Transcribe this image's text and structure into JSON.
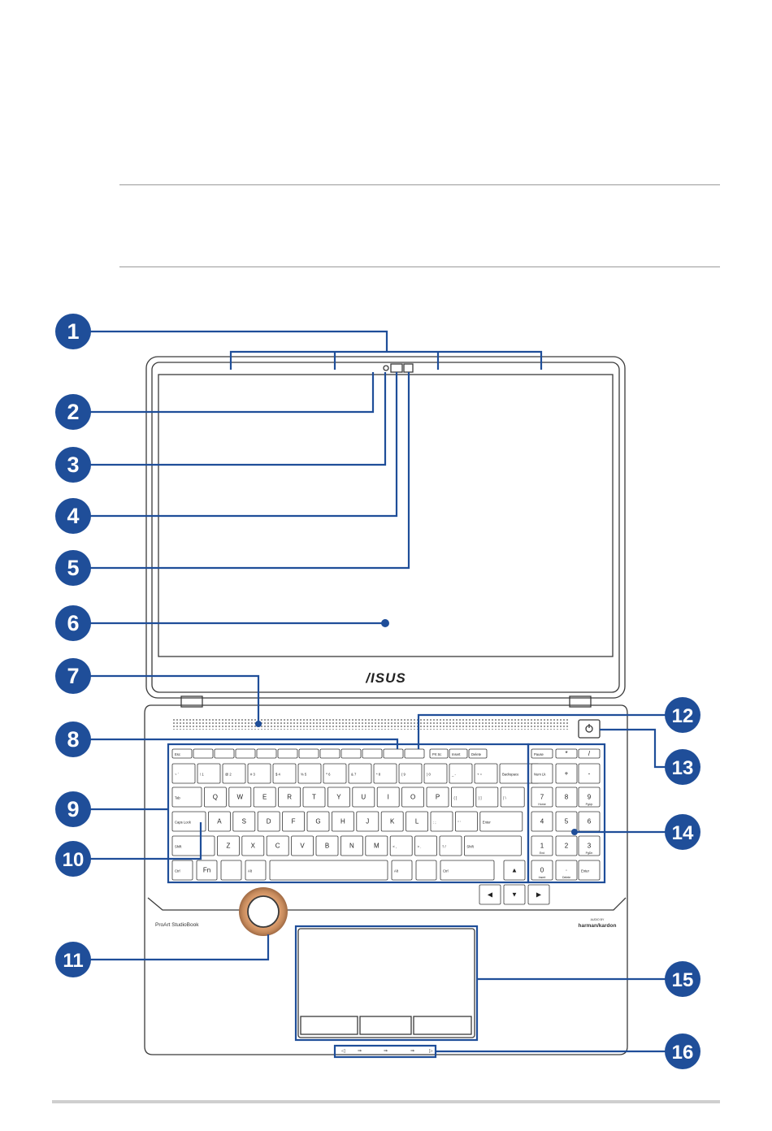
{
  "callouts": [
    {
      "number": "1"
    },
    {
      "number": "2"
    },
    {
      "number": "3"
    },
    {
      "number": "4"
    },
    {
      "number": "5"
    },
    {
      "number": "6"
    },
    {
      "number": "7"
    },
    {
      "number": "8"
    },
    {
      "number": "9"
    },
    {
      "number": "10"
    },
    {
      "number": "11"
    },
    {
      "number": "12"
    },
    {
      "number": "13"
    },
    {
      "number": "14"
    },
    {
      "number": "15"
    },
    {
      "number": "16"
    }
  ],
  "laptop": {
    "brand_logo": "/ISUS",
    "model_label": "ProArt StudioBook",
    "audio_badge_small": "AUDIO BY",
    "audio_badge": "harman/kardon"
  },
  "keyboard": {
    "fn_row": [
      "Esc",
      "",
      "",
      "",
      "",
      "",
      "",
      "",
      "",
      "",
      "",
      "",
      "Prt Sc",
      "Insert",
      "Delete"
    ],
    "number_row": [
      "~ `",
      "! 1",
      "@ 2",
      "# 3",
      "$ 4",
      "% 5",
      "^ 6",
      "& 7",
      "* 8",
      "( 9",
      ") 0",
      "_ -",
      "+ =",
      "Backspace"
    ],
    "top_row": [
      "Tab",
      "Q",
      "W",
      "E",
      "R",
      "T",
      "Y",
      "U",
      "I",
      "O",
      "P",
      "{ [",
      "} ]",
      "| \\"
    ],
    "home_row": [
      "Caps Lock",
      "A",
      "S",
      "D",
      "F",
      "G",
      "H",
      "J",
      "K",
      "L",
      ": ;",
      "\" '",
      "Enter"
    ],
    "bottom_row": [
      "Shift",
      "Z",
      "X",
      "C",
      "V",
      "B",
      "N",
      "M",
      "< ,",
      "> .",
      "? /",
      "Shift"
    ],
    "space_row": [
      "Ctrl",
      "Fn",
      "",
      "Alt",
      "",
      "Alt",
      "",
      "Ctrl"
    ],
    "numpad": [
      "Pause",
      "*",
      "/",
      "Num Lk",
      "+",
      "-",
      "7",
      "8",
      "9",
      "4",
      "5",
      "6",
      "1",
      "2",
      "3",
      "0",
      "·",
      "Enter"
    ],
    "numpad_sub": [
      "",
      "",
      "",
      "",
      "",
      "",
      "Home",
      "",
      "PgUp",
      "",
      "",
      "",
      "End",
      "",
      "PgDn",
      "Insert",
      "Delete",
      ""
    ]
  },
  "colors": {
    "callout": "#1f4e99",
    "line": "#1f4e99",
    "outline": "#3a3a3a"
  }
}
